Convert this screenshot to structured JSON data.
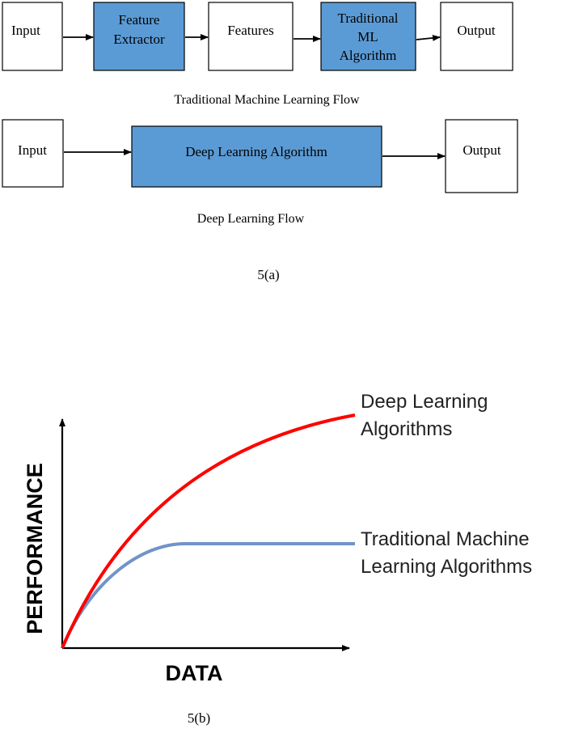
{
  "panel_a": {
    "traditional_flow": {
      "nodes": [
        {
          "id": "input",
          "lines": [
            "Input"
          ],
          "fill": "#ffffff"
        },
        {
          "id": "feature-extractor",
          "lines": [
            "Feature",
            "Extractor"
          ],
          "fill": "#5b9bd5"
        },
        {
          "id": "features",
          "lines": [
            "Features"
          ],
          "fill": "#ffffff"
        },
        {
          "id": "traditional-ml-algorithm",
          "lines": [
            "Traditional",
            "ML",
            "Algorithm"
          ],
          "fill": "#5b9bd5"
        },
        {
          "id": "output",
          "lines": [
            "Output"
          ],
          "fill": "#ffffff"
        }
      ],
      "edges": [
        {
          "from": "input",
          "to": "feature-extractor"
        },
        {
          "from": "feature-extractor",
          "to": "features"
        },
        {
          "from": "features",
          "to": "traditional-ml-algorithm"
        },
        {
          "from": "traditional-ml-algorithm",
          "to": "output"
        }
      ],
      "caption": "Traditional Machine Learning Flow"
    },
    "deep_learning_flow": {
      "nodes": [
        {
          "id": "input",
          "lines": [
            "Input"
          ],
          "fill": "#ffffff"
        },
        {
          "id": "deep-learning-algorithm",
          "lines": [
            "Deep Learning Algorithm"
          ],
          "fill": "#5b9bd5"
        },
        {
          "id": "output",
          "lines": [
            "Output"
          ],
          "fill": "#ffffff"
        }
      ],
      "edges": [
        {
          "from": "input",
          "to": "deep-learning-algorithm"
        },
        {
          "from": "deep-learning-algorithm",
          "to": "output"
        }
      ],
      "caption": "Deep Learning Flow"
    },
    "label": "5(a)"
  },
  "panel_b": {
    "xlabel": "DATA",
    "ylabel": "PERFORMANCE",
    "series": [
      {
        "name_lines": [
          "Deep Learning",
          "Algorithms"
        ],
        "color": "#ff0000",
        "trend": "steadily increasing, concave"
      },
      {
        "name_lines": [
          "Traditional Machine",
          "Learning Algorithms"
        ],
        "color": "#7094c8",
        "trend": "rises then plateaus"
      }
    ],
    "label": "5(b)"
  },
  "colors": {
    "box_fill_highlight": "#5b9bd5",
    "box_stroke": "#000000",
    "axis": "#000000"
  }
}
